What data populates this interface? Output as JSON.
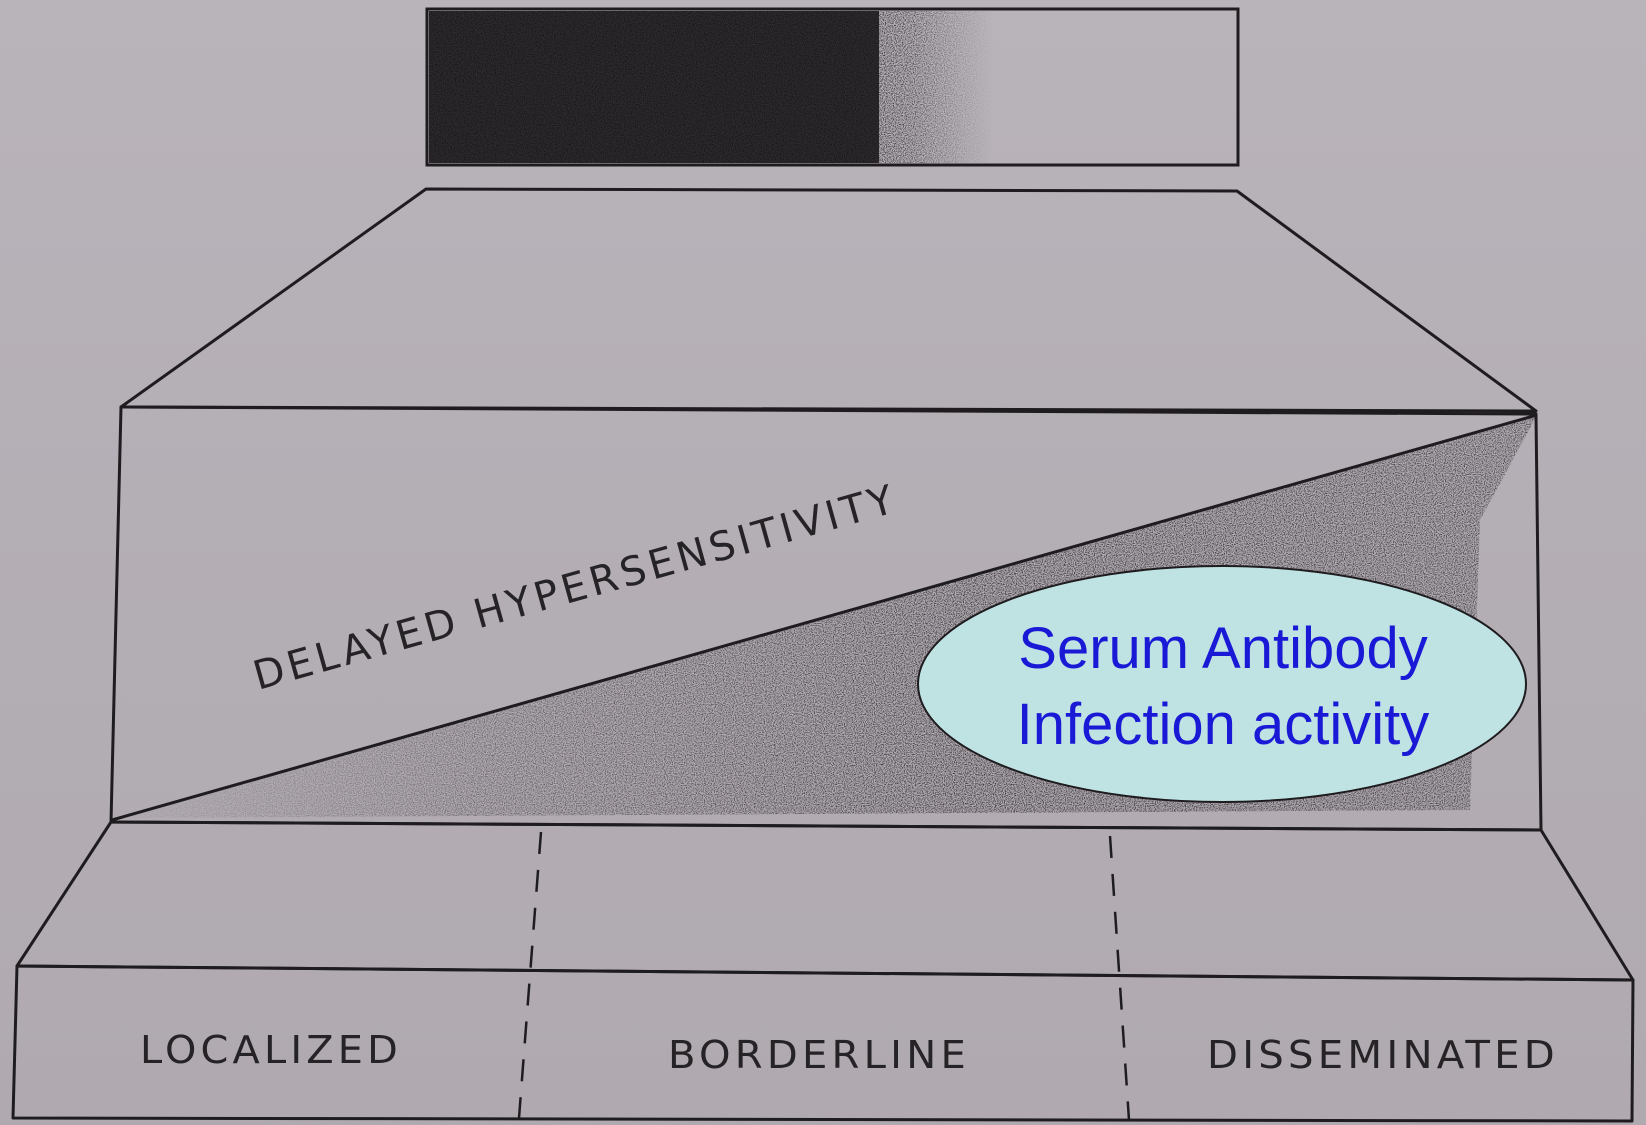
{
  "diagram": {
    "diagonal_label": "DELAYED HYPERSENSITIVITY",
    "callout": {
      "line1": "Serum Antibody",
      "line2": "Infection activity"
    },
    "categories": [
      {
        "key": "localized",
        "label": "LOCALIZED"
      },
      {
        "key": "borderline",
        "label": "BORDERLINE"
      },
      {
        "key": "disseminated",
        "label": "DISSEMINATED"
      }
    ]
  },
  "colors": {
    "background": "#b4aeb5",
    "ink": "#1f1c1f",
    "callout_fill": "#bfe3e3",
    "callout_text": "#1a1ad6"
  }
}
